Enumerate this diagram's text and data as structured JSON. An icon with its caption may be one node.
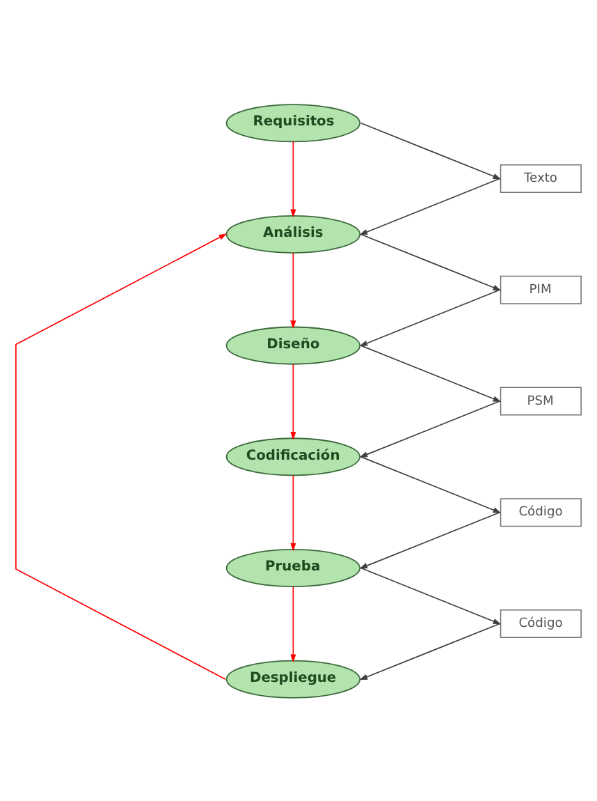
{
  "diagram": {
    "nodes": [
      {
        "text": [
          "Requisitos"
        ]
      },
      {
        "text": [
          "Texto"
        ]
      },
      {
        "text": [
          "Análisis"
        ]
      },
      {
        "text": [
          "PIM"
        ]
      },
      {
        "text": [
          "Diseño"
        ]
      },
      {
        "text": [
          "PSM"
        ]
      },
      {
        "text": [
          "Codificación"
        ]
      },
      {
        "text": [
          "Código"
        ]
      },
      {
        "text": [
          "Prueba"
        ]
      },
      {
        "text": [
          "Código"
        ]
      },
      {
        "text": [
          "Despliegue"
        ]
      }
    ],
    "edges": [
      {
        "from": 0,
        "to": 1,
        "arrow": "to"
      },
      {
        "from": 0,
        "to": 2,
        "arrow": "to",
        "color": "#ff0000"
      },
      {
        "from": 1,
        "to": 2,
        "arrow": "to"
      },
      {
        "from": 2,
        "to": 3,
        "arrow": "to"
      },
      {
        "from": 2,
        "to": 4,
        "arrow": "to",
        "color": "#ff0000"
      },
      {
        "from": 3,
        "to": 4,
        "arrow": "to"
      },
      {
        "from": 4,
        "to": 5,
        "arrow": "to"
      },
      {
        "from": 4,
        "to": 6,
        "arrow": "to",
        "color": "#ff0000"
      },
      {
        "from": 5,
        "to": 6,
        "arrow": "to"
      },
      {
        "from": 6,
        "to": 7,
        "arrow": "to"
      },
      {
        "from": 6,
        "to": 8,
        "arrow": "to",
        "color": "#ff0000"
      },
      {
        "from": 7,
        "to": 8,
        "arrow": "to"
      },
      {
        "from": 8,
        "to": 9,
        "arrow": "to"
      },
      {
        "from": 8,
        "to": 10,
        "arrow": "to",
        "color": "#ff0000"
      },
      {
        "from": 9,
        "to": 10,
        "arrow": "to"
      },
      {
        "from": 10,
        "to": 2,
        "arrow": "to",
        "color": "#ff0000"
      }
    ]
  }
}
